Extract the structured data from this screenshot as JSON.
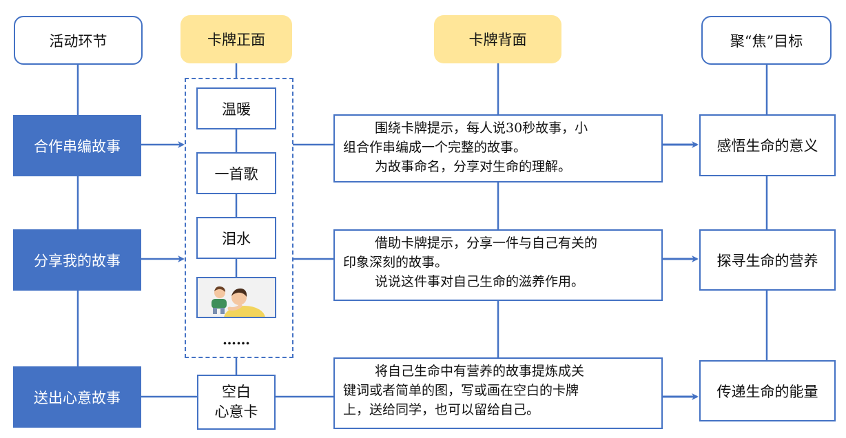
{
  "headers": {
    "activity": "活动环节",
    "card_front": "卡牌正面",
    "card_back": "卡牌背面",
    "goal": "聚“焦”目标"
  },
  "activities": [
    "合作串编故事",
    "分享我的故事",
    "送出心意故事"
  ],
  "front_cards": [
    "温暖",
    "一首歌",
    "泪水"
  ],
  "ellipsis": "……",
  "blank_card": [
    "空白",
    "心意卡"
  ],
  "descriptions": [
    [
      "围绕卡牌提示，每人说30秒故事，小",
      "组合作串编成一个完整的故事。",
      "为故事命名，分享对生命的理解。"
    ],
    [
      "借助卡牌提示，分享一件与自己有关的",
      "印象深刻的故事。",
      "说说这件事对自己生命的滋养作用。"
    ],
    [
      "将自己生命中有营养的故事提炼成关",
      "键词或者简单的图，写或画在空白的卡牌",
      "上，送给同学，也可以留给自己。"
    ]
  ],
  "goals": [
    "感悟生命的意义",
    "探寻生命的营养",
    "传递生命的能量"
  ],
  "colors": {
    "blue": "#4472c4",
    "yellow": "#ffe699"
  }
}
